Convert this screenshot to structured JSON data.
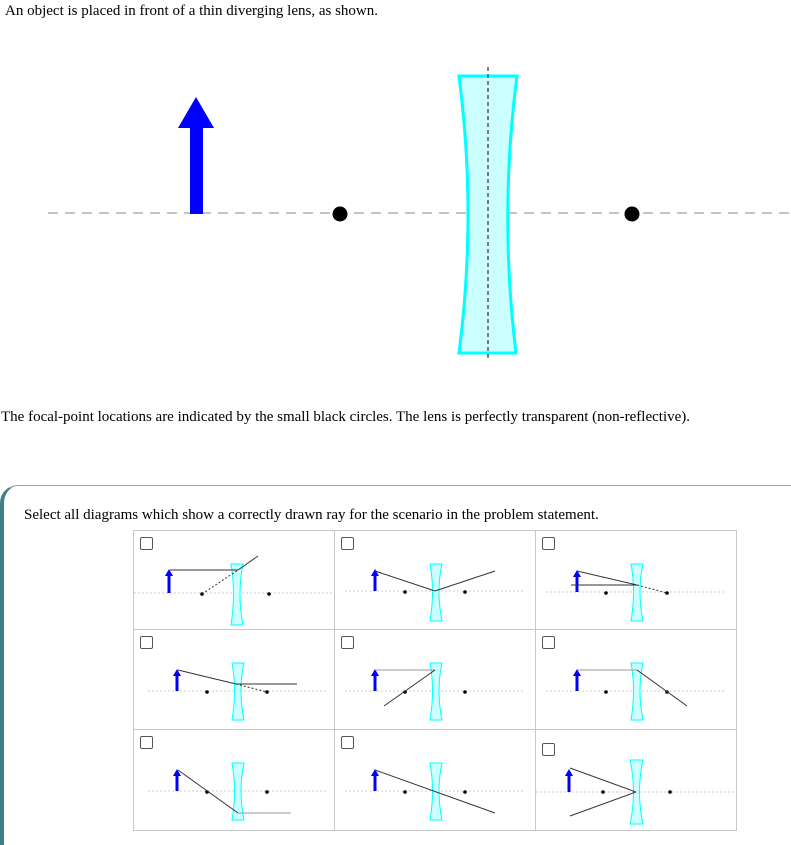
{
  "problem": {
    "intro_text": "An object is placed in front of a thin diverging lens, as shown.",
    "focal_note": "The focal-point locations are indicated by the small black circles. The lens is perfectly transparent (non-reflective)."
  },
  "main_diagram": {
    "object": {
      "type": "arrow",
      "color": "#0000ff",
      "direction": "up"
    },
    "lens": {
      "type": "diverging",
      "fill": "#ccffff",
      "stroke": "#00ffff"
    },
    "focal_points": 2,
    "axis_style": "dashed-gray"
  },
  "question": {
    "prompt": "Select all diagrams which show a correctly drawn ray for the scenario in the problem statement.",
    "options": [
      {
        "id": 1,
        "checked": false,
        "description": "ray parallel to axis, refracts diverging away; dashed extension back to near focal point"
      },
      {
        "id": 2,
        "checked": false,
        "description": "ray through lens center bends upward away from axis"
      },
      {
        "id": 3,
        "checked": false,
        "description": "ray toward far focal point exits parallel; dashed line to far focal point"
      },
      {
        "id": 4,
        "checked": false,
        "description": "ray toward far focal point exits parallel to axis"
      },
      {
        "id": 5,
        "checked": false,
        "description": "parallel ray refracts back through near focal point"
      },
      {
        "id": 6,
        "checked": false,
        "description": "parallel ray refracts converging through far focal point"
      },
      {
        "id": 7,
        "checked": false,
        "description": "ray through near focal point exits parallel below axis"
      },
      {
        "id": 8,
        "checked": false,
        "description": "ray through lens center passes undeviated"
      },
      {
        "id": 9,
        "checked": false,
        "description": "ray to lens center reflects back"
      }
    ]
  },
  "colors": {
    "object": "#0000ff",
    "lens_fill": "#ccffff",
    "lens_stroke": "#00ffff",
    "ray": "#333333",
    "axis": "#c0c0c0",
    "panel_accent": "#3f7f8c"
  }
}
